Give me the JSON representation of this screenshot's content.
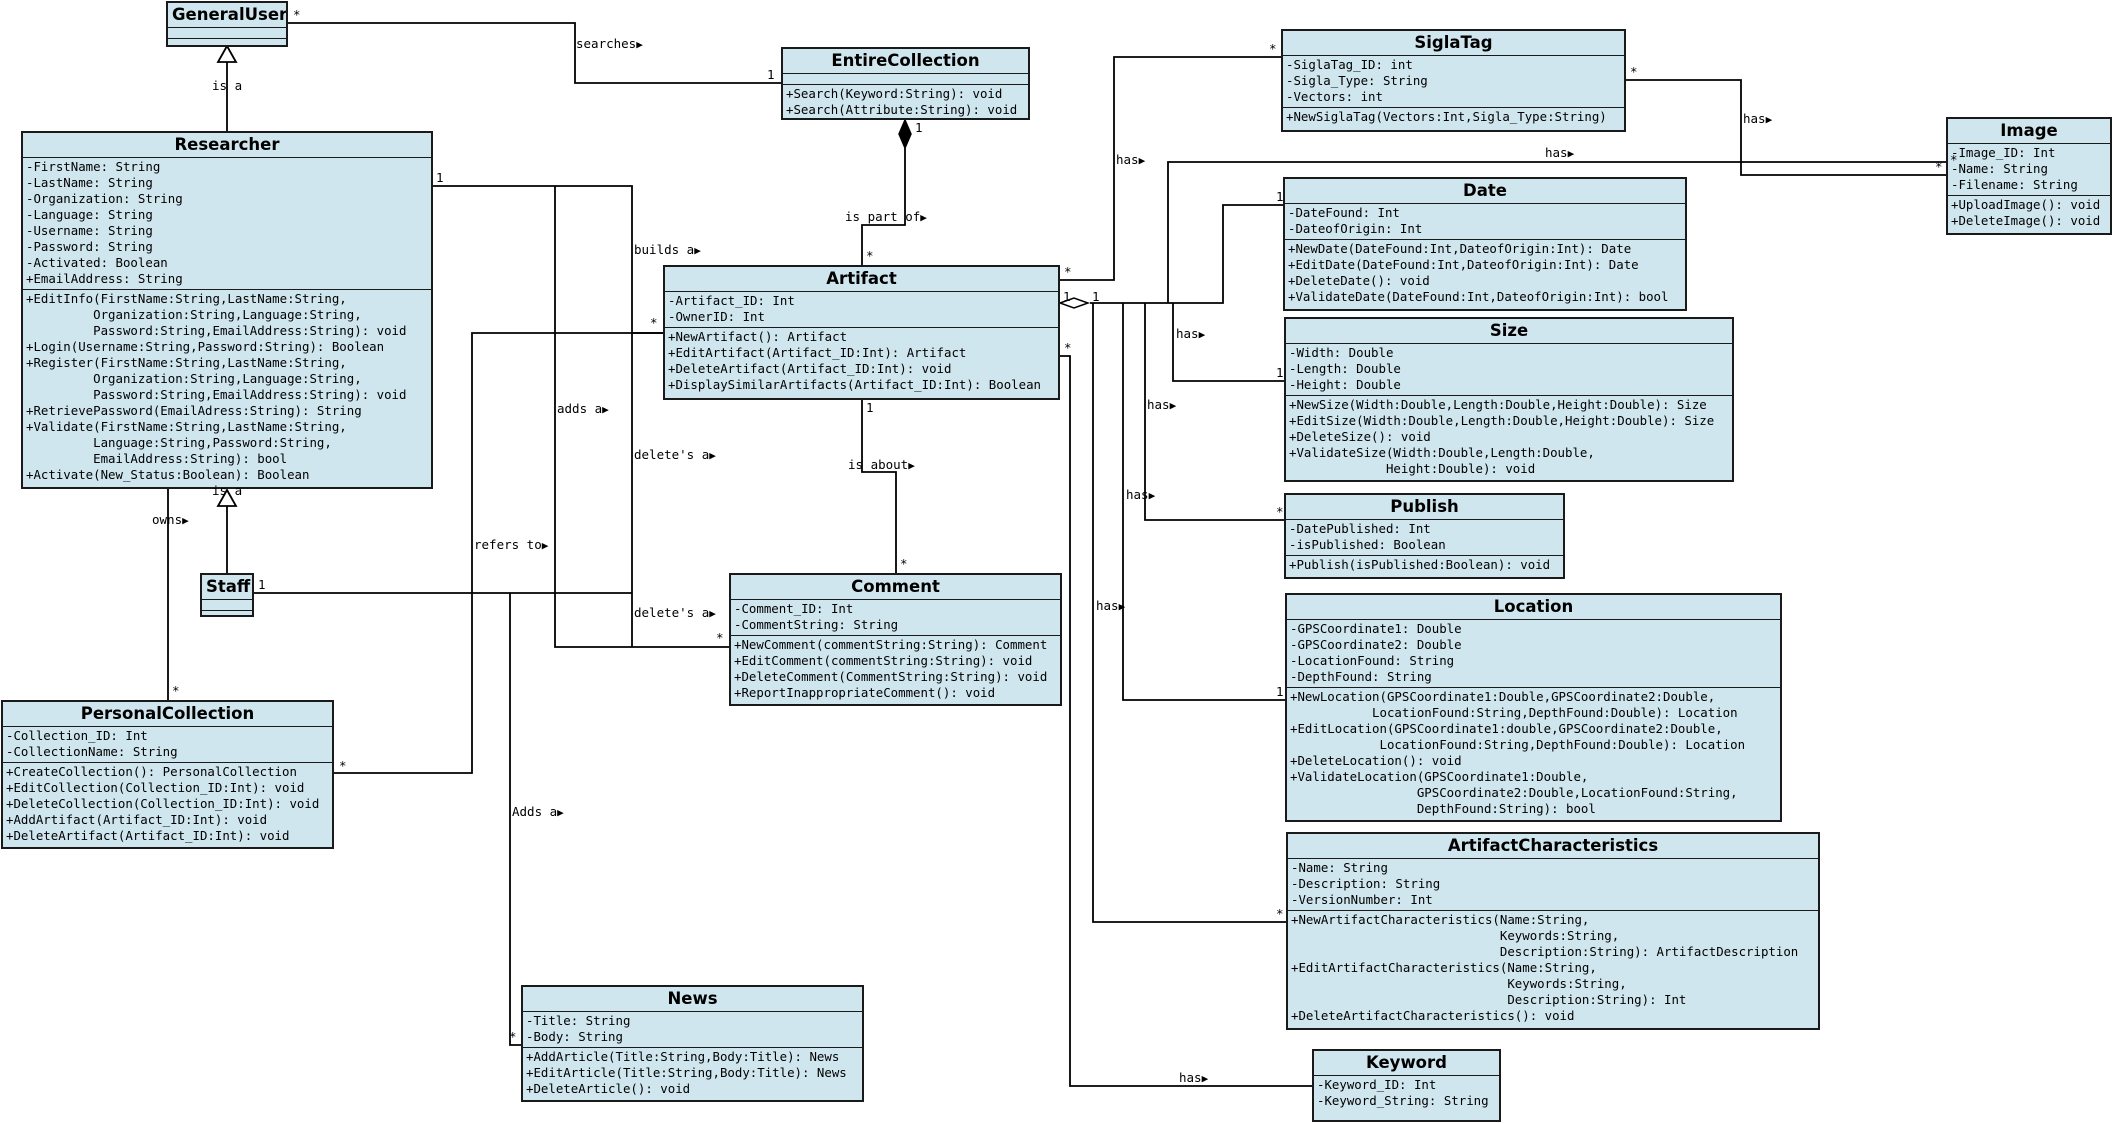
{
  "classes": {
    "GeneralUser": {
      "name": "GeneralUser",
      "attributes": [],
      "methods": []
    },
    "Researcher": {
      "name": "Researcher",
      "attributes": [
        "-FirstName: String",
        "-LastName: String",
        "-Organization: String",
        "-Language: String",
        "-Username: String",
        "-Password: String",
        "-Activated: Boolean",
        "+EmailAddress: String"
      ],
      "methods": [
        "+EditInfo(FirstName:String,LastName:String,",
        "         Organization:String,Language:String,",
        "         Password:String,EmailAddress:String): void",
        "+Login(Username:String,Password:String): Boolean",
        "+Register(FirstName:String,LastName:String,",
        "         Organization:String,Language:String,",
        "         Password:String,EmailAddress:String): void",
        "+RetrievePassword(EmailAdress:String): String",
        "+Validate(FirstName:String,LastName:String,",
        "         Language:String,Password:String,",
        "         EmailAddress:String): bool",
        "+Activate(New_Status:Boolean): Boolean"
      ]
    },
    "Staff": {
      "name": "Staff",
      "attributes": [],
      "methods": []
    },
    "PersonalCollection": {
      "name": "PersonalCollection",
      "attributes": [
        "-Collection_ID: Int",
        "-CollectionName: String"
      ],
      "methods": [
        "+CreateCollection(): PersonalCollection",
        "+EditCollection(Collection_ID:Int): void",
        "+DeleteCollection(Collection_ID:Int): void",
        "+AddArtifact(Artifact_ID:Int): void",
        "+DeleteArtifact(Artifact_ID:Int): void"
      ]
    },
    "EntireCollection": {
      "name": "EntireCollection",
      "attributes": [],
      "methods": [
        "+Search(Keyword:String): void",
        "+Search(Attribute:String): void"
      ]
    },
    "Artifact": {
      "name": "Artifact",
      "attributes": [
        "-Artifact_ID: Int",
        "-OwnerID: Int"
      ],
      "methods": [
        "+NewArtifact(): Artifact",
        "+EditArtifact(Artifact_ID:Int): Artifact",
        "+DeleteArtifact(Artifact_ID:Int): void",
        "+DisplaySimilarArtifacts(Artifact_ID:Int): Boolean"
      ]
    },
    "Comment": {
      "name": "Comment",
      "attributes": [
        "-Comment_ID: Int",
        "-CommentString: String"
      ],
      "methods": [
        "+NewComment(commentString:String): Comment",
        "+EditComment(commentString:String): void",
        "+DeleteComment(CommentString:String): void",
        "+ReportInappropriateComment(): void"
      ]
    },
    "News": {
      "name": "News",
      "attributes": [
        "-Title: String",
        "-Body: String"
      ],
      "methods": [
        "+AddArticle(Title:String,Body:Title): News",
        "+EditArticle(Title:String,Body:Title): News",
        "+DeleteArticle(): void"
      ]
    },
    "SiglaTag": {
      "name": "SiglaTag",
      "attributes": [
        "-SiglaTag_ID: int",
        "-Sigla_Type: String",
        "-Vectors: int"
      ],
      "methods": [
        "+NewSiglaTag(Vectors:Int,Sigla_Type:String)"
      ]
    },
    "Image": {
      "name": "Image",
      "attributes": [
        "-Image_ID: Int",
        "-Name: String",
        "-Filename: String"
      ],
      "methods": [
        "+UploadImage(): void",
        "+DeleteImage(): void"
      ]
    },
    "Date": {
      "name": "Date",
      "attributes": [
        "-DateFound: Int",
        "-DateofOrigin: Int"
      ],
      "methods": [
        "+NewDate(DateFound:Int,DateofOrigin:Int): Date",
        "+EditDate(DateFound:Int,DateofOrigin:Int): Date",
        "+DeleteDate(): void",
        "+ValidateDate(DateFound:Int,DateofOrigin:Int): bool"
      ]
    },
    "Size": {
      "name": "Size",
      "attributes": [
        "-Width: Double",
        "-Length: Double",
        "-Height: Double"
      ],
      "methods": [
        "+NewSize(Width:Double,Length:Double,Height:Double): Size",
        "+EditSize(Width:Double,Length:Double,Height:Double): Size",
        "+DeleteSize(): void",
        "+ValidateSize(Width:Double,Length:Double,",
        "             Height:Double): void"
      ]
    },
    "Publish": {
      "name": "Publish",
      "attributes": [
        "-DatePublished: Int",
        "-isPublished: Boolean"
      ],
      "methods": [
        "+Publish(isPublished:Boolean): void"
      ]
    },
    "Location": {
      "name": "Location",
      "attributes": [
        "-GPSCoordinate1: Double",
        "-GPSCoordinate2: Double",
        "-LocationFound: String",
        "-DepthFound: String"
      ],
      "methods": [
        "+NewLocation(GPSCoordinate1:Double,GPSCoordinate2:Double,",
        "           LocationFound:String,DepthFound:Double): Location",
        "+EditLocation(GPSCoordinate1:double,GPSCoordinate2:Double,",
        "            LocationFound:String,DepthFound:Double): Location",
        "+DeleteLocation(): void",
        "+ValidateLocation(GPSCoordinate1:Double,",
        "                 GPSCoordinate2:Double,LocationFound:String,",
        "                 DepthFound:String): bool"
      ]
    },
    "ArtifactCharacteristics": {
      "name": "ArtifactCharacteristics",
      "attributes": [
        "-Name: String",
        "-Description: String",
        "-VersionNumber: Int"
      ],
      "methods": [
        "+NewArtifactCharacteristics(Name:String,",
        "                            Keywords:String,",
        "                            Description:String): ArtifactDescription",
        "+EditArtifactCharacteristics(Name:String,",
        "                             Keywords:String,",
        "                             Description:String): Int",
        "+DeleteArtifactCharacteristics(): void"
      ]
    },
    "Keyword": {
      "name": "Keyword",
      "attributes": [
        "-Keyword_ID: Int",
        "-Keyword_String: String"
      ],
      "methods": []
    }
  },
  "labels": {
    "searches": "searches",
    "is_a_top": "is a",
    "is_a_staff": "is a",
    "owns": "owns",
    "builds_a": "builds a",
    "adds_a": "adds a",
    "deletes_a_1": "delete's a",
    "deletes_a_2": "delete's a",
    "refers_to": "refers to",
    "adds_a_news": "Adds a",
    "is_part_of": "is part of",
    "is_about": "is about",
    "has_sigla": "has",
    "has_image_top": "has",
    "has_image_right": "has",
    "has_size": "has",
    "has_publish": "has",
    "has_publish2": "has",
    "has_location": "has",
    "has_keyword": "has"
  },
  "arrow_glyph": "▶",
  "multiplicities": {
    "gu_star": "*",
    "ec_one": "1",
    "ec_comp_one": "1",
    "art_top_star": "*",
    "res_one": "1",
    "art_left_star": "*",
    "staff_one": "1",
    "pc_top_star": "*",
    "pc_right_star": "*",
    "comment_top_star": "*",
    "comment_left_star": "*",
    "art_bot_one": "1",
    "news_star": "*",
    "art_right_star1": "*",
    "art_right_one": "1",
    "art_right_one_b": "1",
    "art_right_star2": "*",
    "sigla_star": "*",
    "sigla_right_star": "*",
    "image_star": "*",
    "image_star2": "*",
    "date_one": "1",
    "size_one": "1",
    "publish_star": "*",
    "location_one": "1",
    "ac_star": "*"
  },
  "colors": {
    "class_fill": "#d0e6ee",
    "border": "#1a1a1a",
    "line": "#000000"
  }
}
